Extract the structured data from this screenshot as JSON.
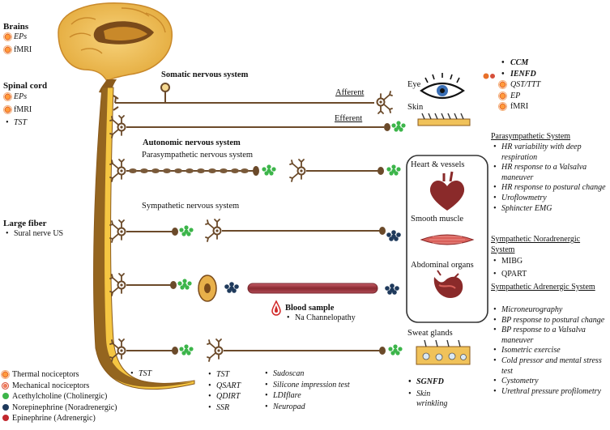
{
  "left": {
    "brains": {
      "title": "Brains",
      "items": [
        "EPs",
        "fMRI"
      ]
    },
    "spinal": {
      "title": "Spinal cord",
      "items": [
        "EPs",
        "fMRI",
        "TST"
      ]
    },
    "large": {
      "title": "Large fiber",
      "items": [
        "Sural nerve US"
      ]
    }
  },
  "legend": {
    "items": [
      {
        "label": "Thermal nociceptors",
        "color": "#e8702a",
        "icon": "thermal-nociceptor-icon"
      },
      {
        "label": "Mechanical nociceptors",
        "color": "#d64f3a",
        "icon": "mechanical-nociceptor-icon"
      },
      {
        "label": "Acethylcholine (Cholinergic)",
        "color": "#3cb54a",
        "icon": "green-dot-icon"
      },
      {
        "label": "Norepinephrine (Noradrenergic)",
        "color": "#1f3a5c",
        "icon": "navy-dot-icon"
      },
      {
        "label": "Epinephrine (Adrenergic)",
        "color": "#c1272d",
        "icon": "red-dot-icon"
      }
    ]
  },
  "center": {
    "somatic": "Somatic nervous system",
    "afferent": "Afferent",
    "efferent": "Efferent",
    "autonomic": "Autonomic nervous system",
    "parasympathetic": "Parasympathetic nervous system",
    "sympathetic": "Sympathetic nervous system",
    "blood_sample": "Blood sample",
    "na_channel": "Na Channelopathy",
    "tst_left": "TST",
    "tests_a": [
      "TST",
      "QSART",
      "QDIRT",
      "SSR"
    ],
    "tests_b": [
      "Sudoscan",
      "Silicone impression test",
      "LDIflare",
      "Neuropad"
    ]
  },
  "targets": {
    "eye": "Eye",
    "skin": "Skin",
    "heart": "Heart & vessels",
    "smooth": "Smooth muscle",
    "abdominal": "Abdominal organs",
    "sweat": "Sweat glands",
    "sweat_tests": [
      "SGNFD",
      "Skin wrinkling"
    ]
  },
  "right": {
    "skin_tests": [
      "CCM",
      "IENFD",
      "QST/TTT",
      "EP",
      "fMRI"
    ],
    "para": {
      "title": "Parasympathetic System",
      "items": [
        "HR variability with deep respiration",
        "HR response to a Valsalva maneuver",
        "HR response to postural change",
        "Uroflowmetry",
        "Sphincter EMG"
      ]
    },
    "nora": {
      "title": "Sympathetic  Noradrenergic System",
      "items": [
        "MIBG",
        "QPART"
      ]
    },
    "adre": {
      "title": "Sympathetic  Adrenergic System",
      "items": [
        "Microneurography",
        "BP response to postural change",
        "BP response to a Valsalva maneuver",
        "Isometric exercise",
        "Cold pressor and mental stress test",
        "Cystometry",
        "Urethral pressure profilometry"
      ]
    }
  },
  "colors": {
    "spine": "#f5c642",
    "spine_dark": "#8a5a1c",
    "nerve": "#6b4a2a",
    "ach": "#3cb54a",
    "ne": "#1f3a5c",
    "blood": "#c1272d"
  }
}
